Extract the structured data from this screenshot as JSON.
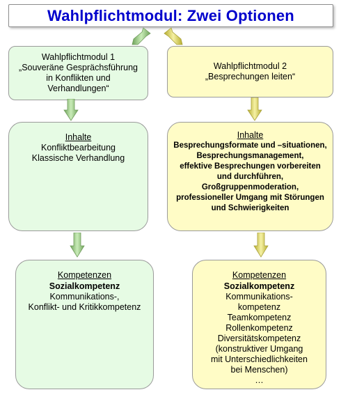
{
  "title": "Wahlpflichtmodul: Zwei Optionen",
  "left": {
    "module": {
      "heading": "Wahlpflichtmodul  1",
      "lines": [
        "„Souveräne Gesprächsführung",
        "in Konflikten und",
        "Verhandlungen“"
      ]
    },
    "inhalte": {
      "heading": "Inhalte",
      "lines": [
        "Konfliktbearbeitung",
        "Klassische Verhandlung"
      ]
    },
    "kompetenzen": {
      "heading": "Kompetenzen",
      "bold": "Sozialkompetenz",
      "lines": [
        "Kommunikations-,",
        "Konflikt- und Kritikkompetenz"
      ]
    }
  },
  "right": {
    "module": {
      "heading": "Wahlpflichtmodul 2",
      "lines": [
        "„Besprechungen leiten“"
      ]
    },
    "inhalte": {
      "heading": "Inhalte",
      "lines": [
        "Besprechungsformate und –situationen,",
        "Besprechungsmanagement,",
        "effektive Besprechungen vorbereiten",
        "und durchführen,",
        "Großgruppenmoderation,",
        "professioneller Umgang mit Störungen",
        "und Schwierigkeiten"
      ]
    },
    "kompetenzen": {
      "heading": "Kompetenzen",
      "bold": "Sozialkompetenz",
      "lines": [
        "Kommunikations-",
        "kompetenz",
        "Teamkompetenz",
        "Rollenkompetenz",
        "Diversitätskompetenz",
        "(konstruktiver Umgang",
        "mit Unterschiedlichkeiten",
        "bei Menschen)",
        "…"
      ]
    }
  },
  "colors": {
    "title": "#0000cc",
    "green_fill": "#e6fbe4",
    "yellow_fill": "#fffcc6",
    "green_arrow": "#9acd82",
    "yellow_arrow": "#e2da6e"
  }
}
